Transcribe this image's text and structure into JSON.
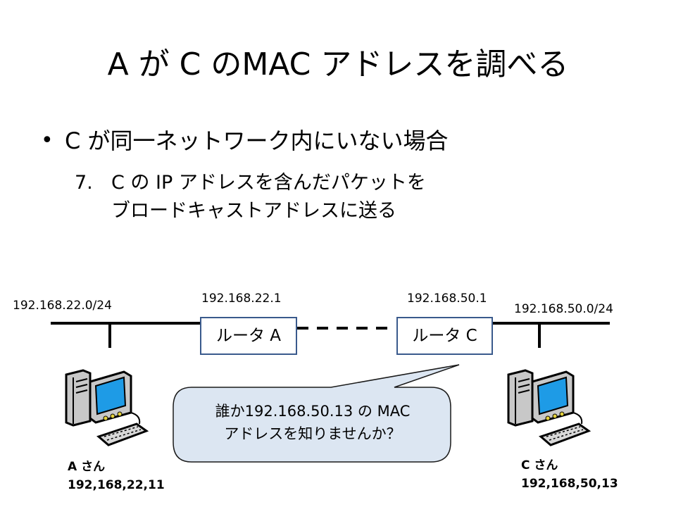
{
  "slide": {
    "title": "A が C のMAC アドレスを調べる",
    "bullet": {
      "symbol": "•",
      "text": "C が同一ネットワーク内にいない場合"
    },
    "sub_item": {
      "number": "7.",
      "line1": "C の IP アドレスを含んだパケットを",
      "line2": "ブロードキャストアドレスに送る"
    }
  },
  "network": {
    "left_network": "192.168.22.0/24",
    "right_network": "192.168.50.0/24",
    "router_a": {
      "ip": "192.168.22.1",
      "label": "ルータ A"
    },
    "router_c": {
      "ip": "192.168.50.1",
      "label": "ルータ C"
    },
    "host_a": {
      "name": "A さん",
      "address": "192,168,22,11"
    },
    "host_c": {
      "name": "C さん",
      "address": "192,168,50,13"
    }
  },
  "speech_bubble": {
    "line1": "誰か192.168.50.13 の MAC",
    "line2": "アドレスを知りませんか？"
  },
  "colors": {
    "router_border": "#3a5a8c",
    "bubble_fill": "#dce6f2",
    "bubble_border": "#1a1a1a",
    "monitor_screen": "#1e9be6",
    "computer_body": "#c8c8c8"
  }
}
